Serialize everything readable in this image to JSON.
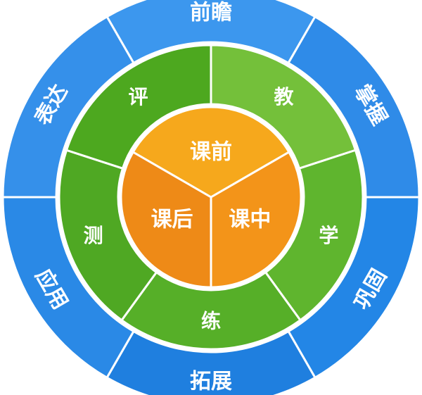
{
  "outer_ring": {
    "segments": [
      {
        "label": "前瞻",
        "color": "#3C97EE"
      },
      {
        "label": "掌握",
        "color": "#2F8BE8"
      },
      {
        "label": "巩固",
        "color": "#2386E6"
      },
      {
        "label": "拓展",
        "color": "#1F7FDF"
      },
      {
        "label": "应用",
        "color": "#2A89E6"
      },
      {
        "label": "表达",
        "color": "#3590EA"
      }
    ]
  },
  "middle_ring": {
    "segments": [
      {
        "label": "教",
        "color": "#74C03A"
      },
      {
        "label": "学",
        "color": "#5FB52E"
      },
      {
        "label": "练",
        "color": "#56AF28"
      },
      {
        "label": "测",
        "color": "#4FA823"
      },
      {
        "label": "评",
        "color": "#4DA81F"
      }
    ]
  },
  "inner_circle": {
    "segments": [
      {
        "label": "课前",
        "color": "#F6A81C"
      },
      {
        "label": "课中",
        "color": "#F39419"
      },
      {
        "label": "课后",
        "color": "#EE8A17"
      }
    ]
  },
  "ring_border_color": "#ffffff"
}
